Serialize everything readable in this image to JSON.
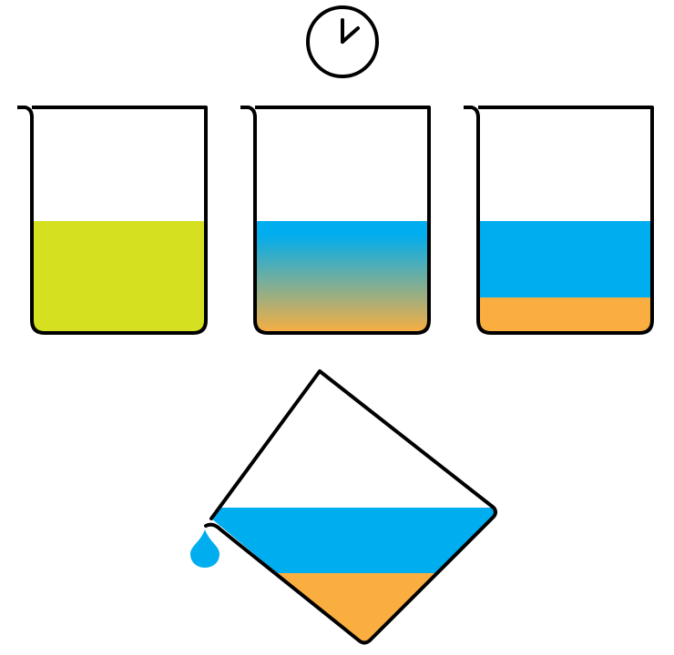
{
  "timer": {
    "icon": "clock-icon",
    "stroke": "#000000"
  },
  "colors": {
    "outline": "#000000",
    "yellow_green": "#D5E021",
    "blue": "#00ADEE",
    "orange": "#FAAE40",
    "background": "#FFFFFF"
  },
  "beakers": [
    {
      "id": "mixed-beaker",
      "state": "uniform mixture",
      "fill_level": 0.48,
      "layers": [
        {
          "color": "yellow_green",
          "fraction": 1.0
        }
      ]
    },
    {
      "id": "separating-beaker",
      "state": "gradient",
      "fill_level": 0.48,
      "gradient": [
        "blue",
        "orange"
      ]
    },
    {
      "id": "separated-beaker",
      "state": "two layers",
      "fill_level": 0.48,
      "layers": [
        {
          "color": "blue",
          "fraction": 0.7
        },
        {
          "color": "orange",
          "fraction": 0.3
        }
      ]
    }
  ],
  "pouring_beaker": {
    "id": "decanting-beaker",
    "tilt_deg": -42,
    "droplet_color": "blue"
  }
}
